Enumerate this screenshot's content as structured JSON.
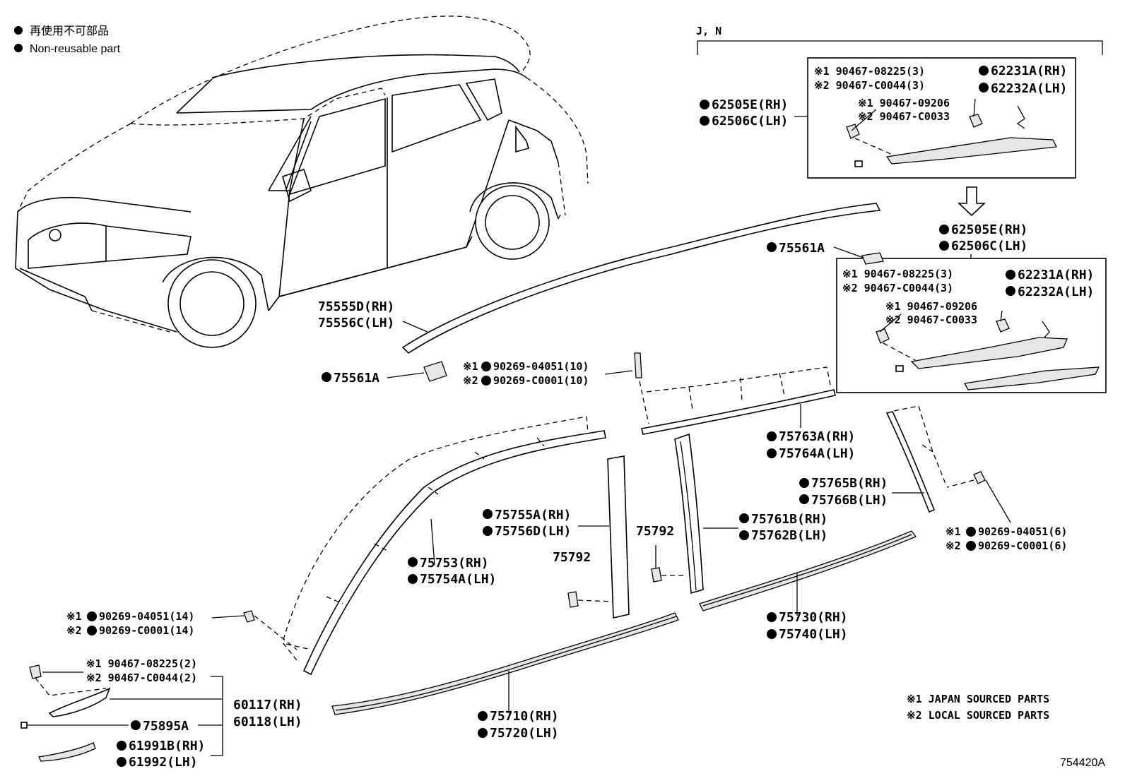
{
  "legend": {
    "jp": "再使用不可部品",
    "en": "Non-reusable part"
  },
  "variant": "J, N",
  "labels": {
    "rh_62505E": "62505E(RH)",
    "lh_62506C": "62506C(LH)",
    "inset_c1_a": "※1 90467-08225(3)",
    "inset_c2_a": "※2 90467-C0044(3)",
    "inset_c1_b": "※1 90467-09206",
    "inset_c2_b": "※2 90467-C0033",
    "rh_62231A": "62231A(RH)",
    "lh_62232A": "62232A(LH)",
    "p75561A_top": "75561A",
    "p75555D": "75555D(RH)",
    "p75556C": "75556C(LH)",
    "p75561A_bot": "75561A",
    "clip_c1_10": "90269-04051(10)",
    "clip_c2_10": "90269-C0001(10)",
    "mark1": "※1",
    "mark2": "※2",
    "p75763A": "75763A(RH)",
    "p75764A": "75764A(LH)",
    "p75765B": "75765B(RH)",
    "p75766B": "75766B(LH)",
    "clip_c1_6": "90269-04051(6)",
    "clip_c2_6": "90269-C0001(6)",
    "p75755A": "75755A(RH)",
    "p75756D": "75756D(LH)",
    "p75792_a": "75792",
    "p75792_b": "75792",
    "p75761B": "75761B(RH)",
    "p75762B": "75762B(LH)",
    "p75753": "75753(RH)",
    "p75754A": "75754A(LH)",
    "p75730": "75730(RH)",
    "p75740": "75740(LH)",
    "clip_c1_14": "90269-04051(14)",
    "clip_c2_14": "90269-C0001(14)",
    "bl_c1": "※1 90467-08225(2)",
    "bl_c2": "※2 90467-C0044(2)",
    "p60117": "60117(RH)",
    "p60118": "60118(LH)",
    "p75895A": "75895A",
    "p61991B": "61991B(RH)",
    "p61992": "61992(LH)",
    "p75710": "75710(RH)",
    "p75720": "75720(LH)",
    "src1": "※1 JAPAN SOURCED PARTS",
    "src2": "※2 LOCAL SOURCED PARTS",
    "figure_no": "754420A"
  }
}
